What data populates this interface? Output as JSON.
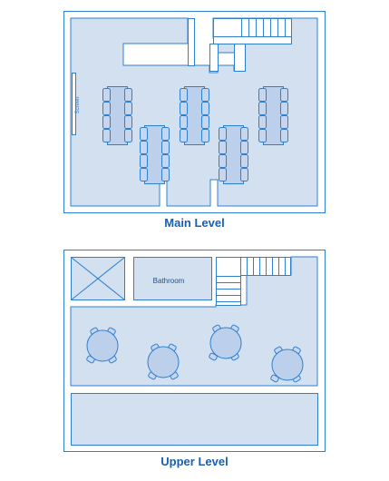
{
  "colors": {
    "wall": "#1f6fc0",
    "floor": "#d3e0f0",
    "line": "#2f7fcf",
    "title": "#1a5fb0",
    "background": "#ffffff"
  },
  "main_level": {
    "title": "Main Level",
    "screen_label": "Screen"
  },
  "upper_level": {
    "title": "Upper Level",
    "bathroom_label": "Bathroom"
  }
}
